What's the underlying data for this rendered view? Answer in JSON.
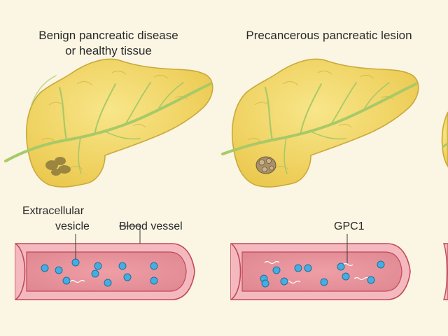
{
  "panels": [
    {
      "title_line1": "Benign pancreatic disease",
      "title_line2": "or healthy tissue"
    },
    {
      "title_line1": "Precancerous pancreatic lesion",
      "title_line2": ""
    }
  ],
  "labels": {
    "extracellular": "Extracellular",
    "vesicle": "vesicle",
    "blood_vessel": "Blood vessel",
    "gpc1": "GPC1"
  },
  "colors": {
    "background": "#fbf5e3",
    "pancreas_fill": "#f2d96a",
    "pancreas_stroke": "#c9a93c",
    "duct": "#a8c968",
    "vessel_outer": "#f4b9be",
    "vessel_inner": "#e48e98",
    "vessel_stroke": "#c0495a",
    "vesicle_fill": "#45aee0",
    "vesicle_stroke": "#1f6f9e"
  }
}
